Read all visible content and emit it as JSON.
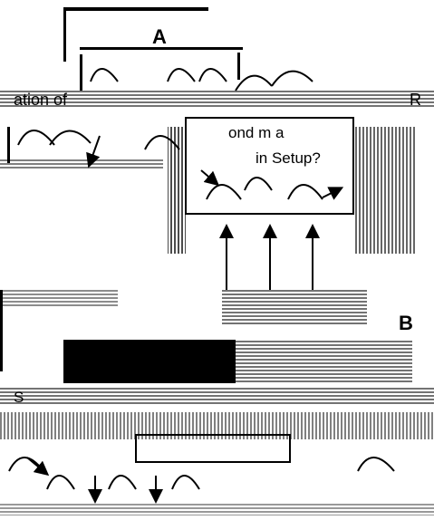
{
  "panels": {
    "a": {
      "label": "A"
    },
    "b": {
      "label": "B"
    }
  },
  "fragments": {
    "top_left": "ation of",
    "top_right": "R",
    "mid_top": "ond m a",
    "in_box_1": "in Setup?",
    "lower_1": "S"
  },
  "colors": {
    "ink": "#000000",
    "paper": "#ffffff"
  }
}
